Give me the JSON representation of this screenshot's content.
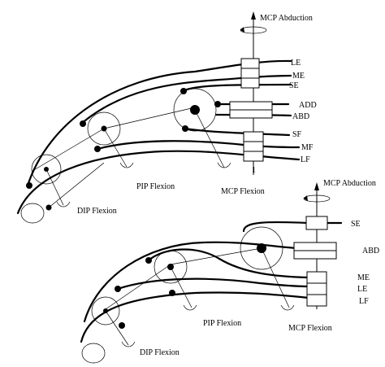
{
  "top_diagram": {
    "axis_label": "MCP Abduction",
    "tendons": [
      "LE",
      "ME",
      "SE",
      "ADD",
      "ABD",
      "SF",
      "MF",
      "LF"
    ],
    "joints": {
      "pip": "PIP Flexion",
      "mcp": "MCP Flexion",
      "dip": "DIP Flexion"
    },
    "tick": "1"
  },
  "bottom_diagram": {
    "axis_label": "MCP Abduction",
    "tendons": [
      "SE",
      "ABD",
      "ME",
      "LE",
      "LF"
    ],
    "joints": {
      "pip": "PIP Flexion",
      "mcp": "MCP Flexion",
      "dip": "DIP Flexion"
    }
  }
}
